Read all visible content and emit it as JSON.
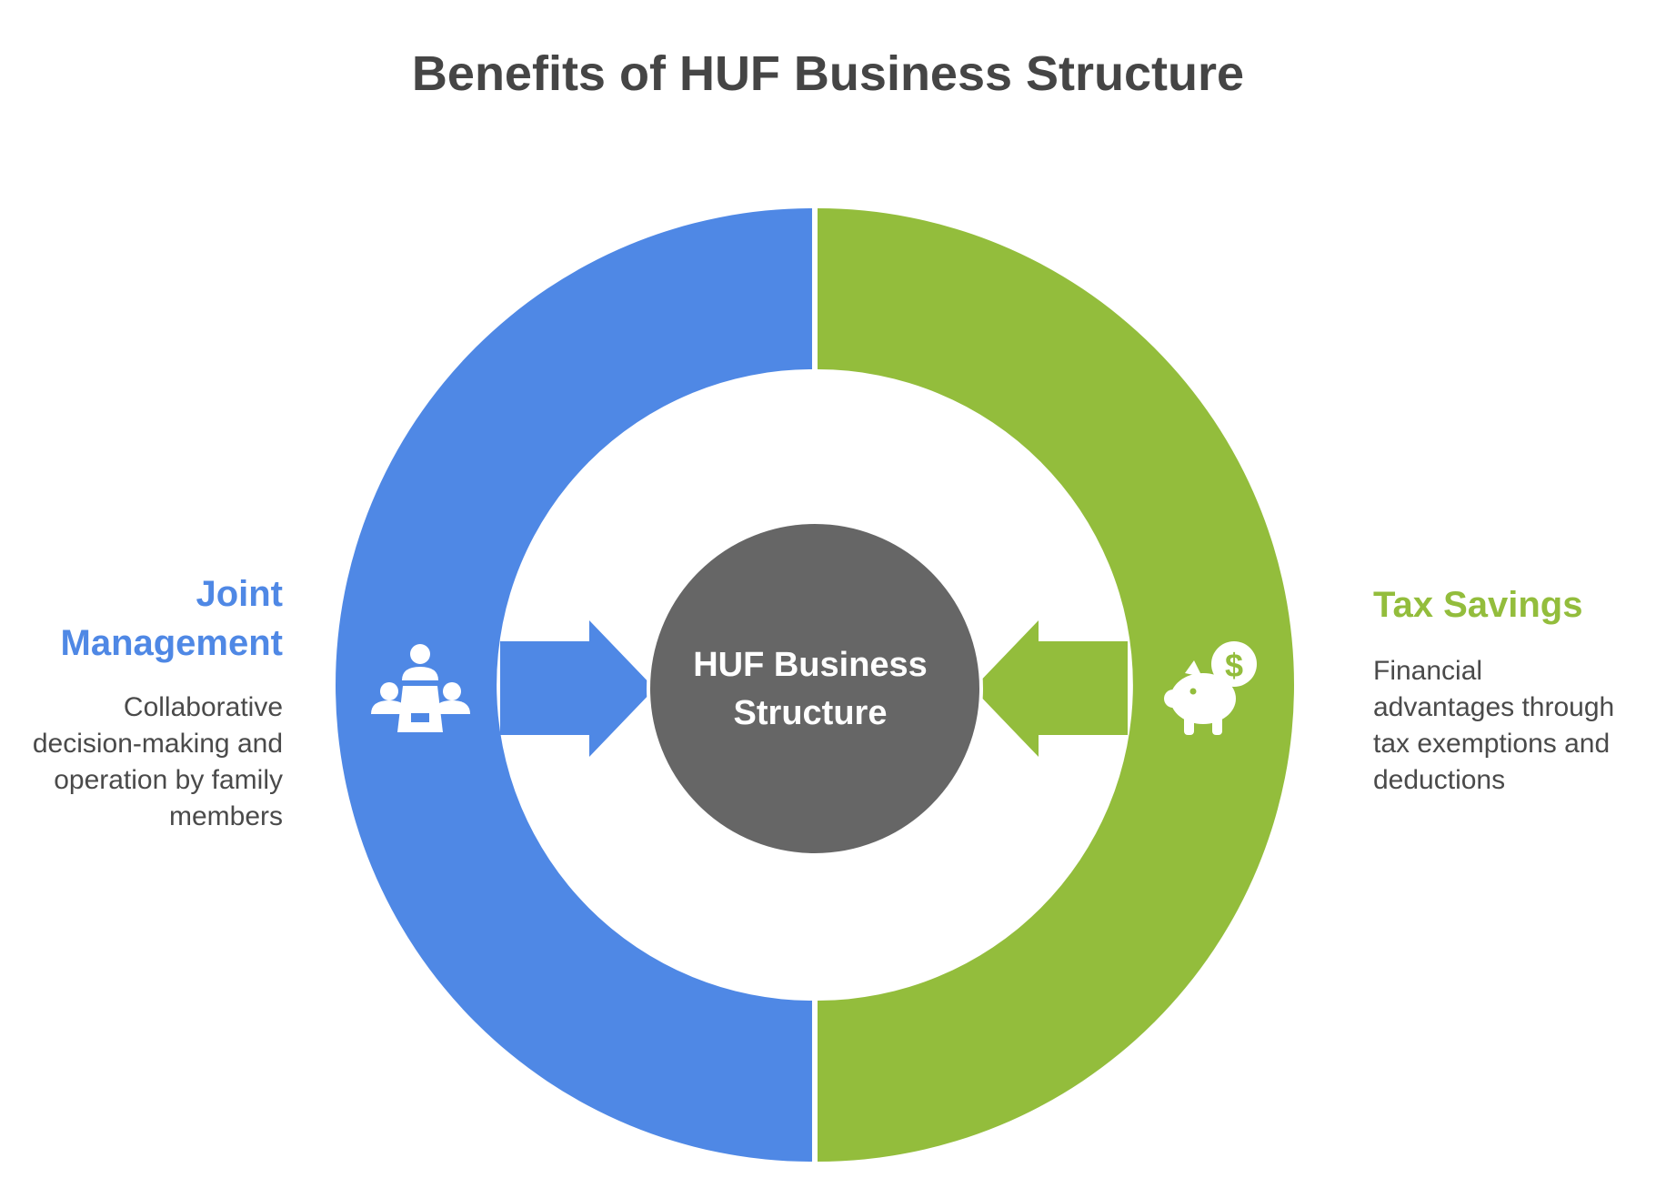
{
  "title": "Benefits of HUF Business Structure",
  "center": {
    "line1": "HUF Business",
    "line2": "Structure",
    "color": "#666666"
  },
  "left": {
    "title_line1": "Joint",
    "title_line2": "Management",
    "desc_lines": [
      "Collaborative",
      "decision-making and",
      "operation by family",
      "members"
    ],
    "color": "#4F88E5",
    "icon": "family-meeting-icon"
  },
  "right": {
    "title": "Tax Savings",
    "desc_lines": [
      "Financial",
      "advantages through",
      "tax exemptions and",
      "deductions"
    ],
    "color": "#93BD3C",
    "icon": "piggy-bank-dollar-icon"
  }
}
